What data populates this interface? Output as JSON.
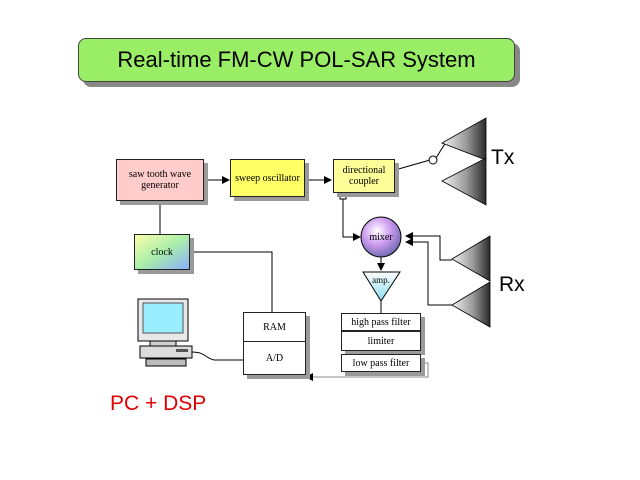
{
  "title": "Real-time FM-CW POL-SAR System",
  "blocks": {
    "saw_tooth": "saw tooth wave generator",
    "sweep_osc": "sweep oscillator",
    "dir_coupler": "directional coupler",
    "clock": "clock",
    "mixer": "mixer",
    "amp": "amp.",
    "ram": "RAM",
    "ad": "A/D",
    "hpf": "high pass filter",
    "limiter": "limiter",
    "lpf": "low pass filter"
  },
  "labels": {
    "tx": "Tx",
    "rx": "Rx",
    "pc_dsp": "PC + DSP"
  },
  "colors": {
    "title_bg": "#99ee66",
    "saw_tooth": "#ffcccc",
    "oscillator": "#ffff66",
    "coupler": "#ffff99",
    "pc_dsp": "#e00000"
  }
}
